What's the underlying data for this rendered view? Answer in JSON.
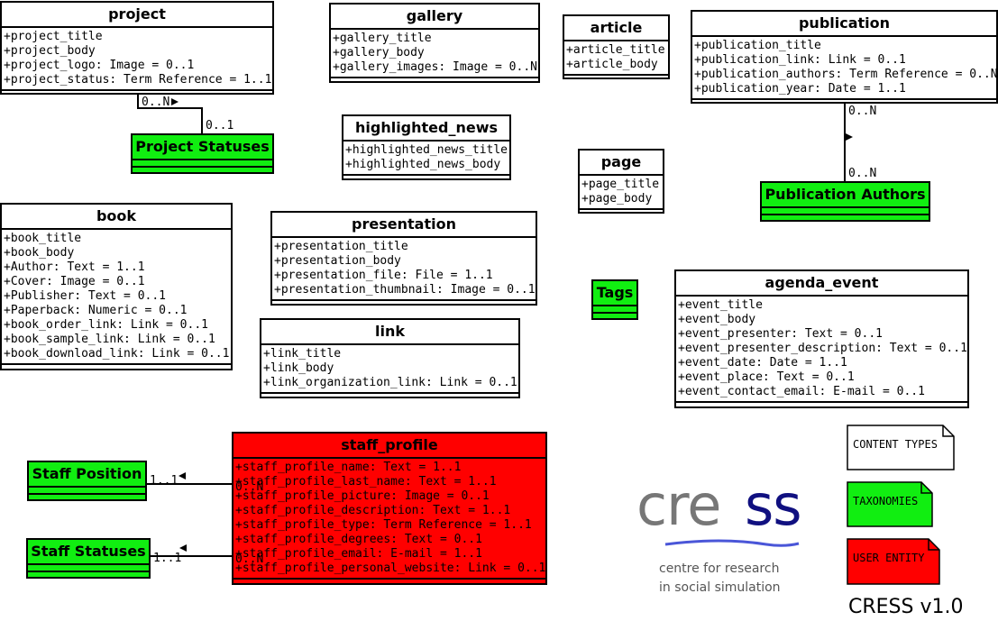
{
  "classes": {
    "project": {
      "name": "project",
      "attrs": [
        "+project_title",
        "+project_body",
        "+project_logo: Image = 0..1",
        "+project_status: Term Reference = 1..1"
      ]
    },
    "gallery": {
      "name": "gallery",
      "attrs": [
        "+gallery_title",
        "+gallery_body",
        "+gallery_images: Image = 0..N"
      ]
    },
    "article": {
      "name": "article",
      "attrs": [
        "+article_title",
        "+article_body"
      ]
    },
    "publication": {
      "name": "publication",
      "attrs": [
        "+publication_title",
        "+publication_link: Link = 0..1",
        "+publication_authors: Term Reference = 0..N",
        "+publication_year: Date = 1..1"
      ]
    },
    "highlighted_news": {
      "name": "highlighted_news",
      "attrs": [
        "+highlighted_news_title",
        "+highlighted_news_body"
      ]
    },
    "page": {
      "name": "page",
      "attrs": [
        "+page_title",
        "+page_body"
      ]
    },
    "book": {
      "name": "book",
      "attrs": [
        "+book_title",
        "+book_body",
        "+Author: Text = 1..1",
        "+Cover: Image = 0..1",
        "+Publisher: Text = 0..1",
        "+Paperback: Numeric = 0..1",
        "+book_order_link: Link = 0..1",
        "+book_sample_link: Link = 0..1",
        "+book_download_link: Link = 0..1"
      ]
    },
    "presentation": {
      "name": "presentation",
      "attrs": [
        "+presentation_title",
        "+presentation_body",
        "+presentation_file: File = 1..1",
        "+presentation_thumbnail: Image = 0..1"
      ]
    },
    "link": {
      "name": "link",
      "attrs": [
        "+link_title",
        "+link_body",
        "+link_organization_link: Link = 0..1"
      ]
    },
    "agenda_event": {
      "name": "agenda_event",
      "attrs": [
        "+event_title",
        "+event_body",
        "+event_presenter: Text = 0..1",
        "+event_presenter_description: Text = 0..1",
        "+event_date: Date = 1..1",
        "+event_place: Text = 0..1",
        "+event_contact_email: E-mail = 0..1"
      ]
    },
    "staff_profile": {
      "name": "staff_profile",
      "attrs": [
        "+staff_profile_name: Text = 1..1",
        "+staff_profile_last_name: Text = 1..1",
        "+staff_profile_picture: Image = 0..1",
        "+staff_profile_description: Text = 1..1",
        "+staff_profile_type: Term Reference = 1..1",
        "+staff_profile_degrees: Text = 0..1",
        "+staff_profile_email: E-mail = 1..1",
        "+staff_profile_personal_website: Link = 0..1"
      ]
    }
  },
  "taxonomies": {
    "project_statuses": "Project Statuses",
    "publication_authors": "Publication Authors",
    "tags": "Tags",
    "staff_position": "Staff Position",
    "staff_statuses": "Staff Statuses"
  },
  "multiplicities": {
    "project_n": "0..N",
    "project_1": "0..1",
    "pub_top": "0..N",
    "pub_bottom": "0..N",
    "pos_left": "1..1",
    "pos_right": "0..N",
    "stat_left": "1..1",
    "stat_right": "0..N"
  },
  "legend": {
    "content_types": "CONTENT TYPES",
    "taxonomies": "TAXONOMIES",
    "user_entity": "USER ENTITY"
  },
  "logo": {
    "word_left": "cre",
    "word_right": "ss",
    "line1": "centre for research",
    "line2": "in social simulation"
  },
  "version": "CRESS v1.0",
  "colors": {
    "taxonomy": "#11ee11",
    "user_entity": "#ff0000",
    "logo_grey": "#777777",
    "logo_navy": "#101080"
  }
}
